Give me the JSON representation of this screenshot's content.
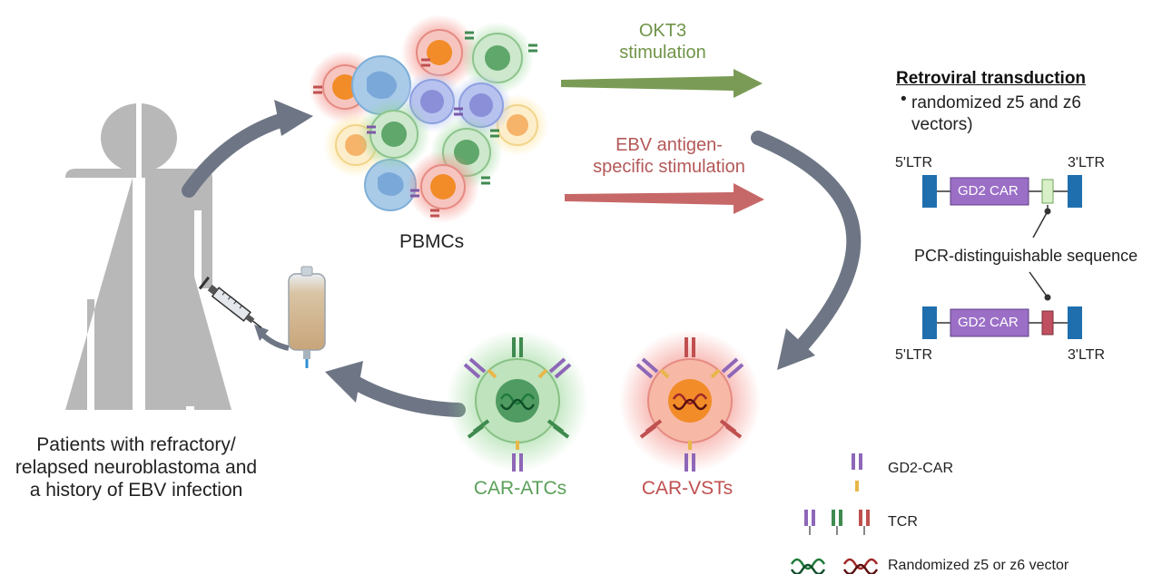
{
  "patient": {
    "caption_lines": [
      "Patients with refractory/",
      "relapsed neuroblastoma and",
      "a history of EBV infection"
    ]
  },
  "pbmc": {
    "label": "PBMCs"
  },
  "stimulation": {
    "okt3_lines": [
      "OKT3",
      "stimulation"
    ],
    "ebv_lines": [
      "EBV antigen-",
      "specific  stimulation"
    ]
  },
  "transduction": {
    "title": "Retroviral transduction",
    "bullet_lines": [
      "randomized z5 and z6",
      "vectors)"
    ],
    "construct_top": {
      "left_ltr": "5'LTR",
      "right_ltr": "3'LTR",
      "car": "GD2 CAR"
    },
    "construct_bottom": {
      "left_ltr": "5'LTR",
      "right_ltr": "3'LTR",
      "car": "GD2 CAR"
    },
    "pcr_label": "PCR-distinguishable sequence"
  },
  "products": {
    "atc_label": "CAR-ATCs",
    "vst_label": "CAR-VSTs"
  },
  "legend": {
    "gd2_car": "GD2-CAR",
    "tcr": "TCR",
    "vector": "Randomized z5 or z6 vector"
  },
  "colors": {
    "silhouette": "#b8b8b8",
    "okt3_green": "#6f9448",
    "ebv_red": "#b45858",
    "arrow_gray": "#6e7685",
    "ltr_blue": "#1f6fae",
    "car_purple": "#9b6fc6",
    "atc_green": "#5aa05a",
    "vst_red": "#c05050",
    "tcr_purple": "#8e67b8",
    "car_yellow": "#e8b64a"
  },
  "icons": {
    "patient": "person-silhouette-icon",
    "syringe": "syringe-icon",
    "iv_bag": "iv-bag-icon",
    "dna": "dna-helix-icon"
  }
}
